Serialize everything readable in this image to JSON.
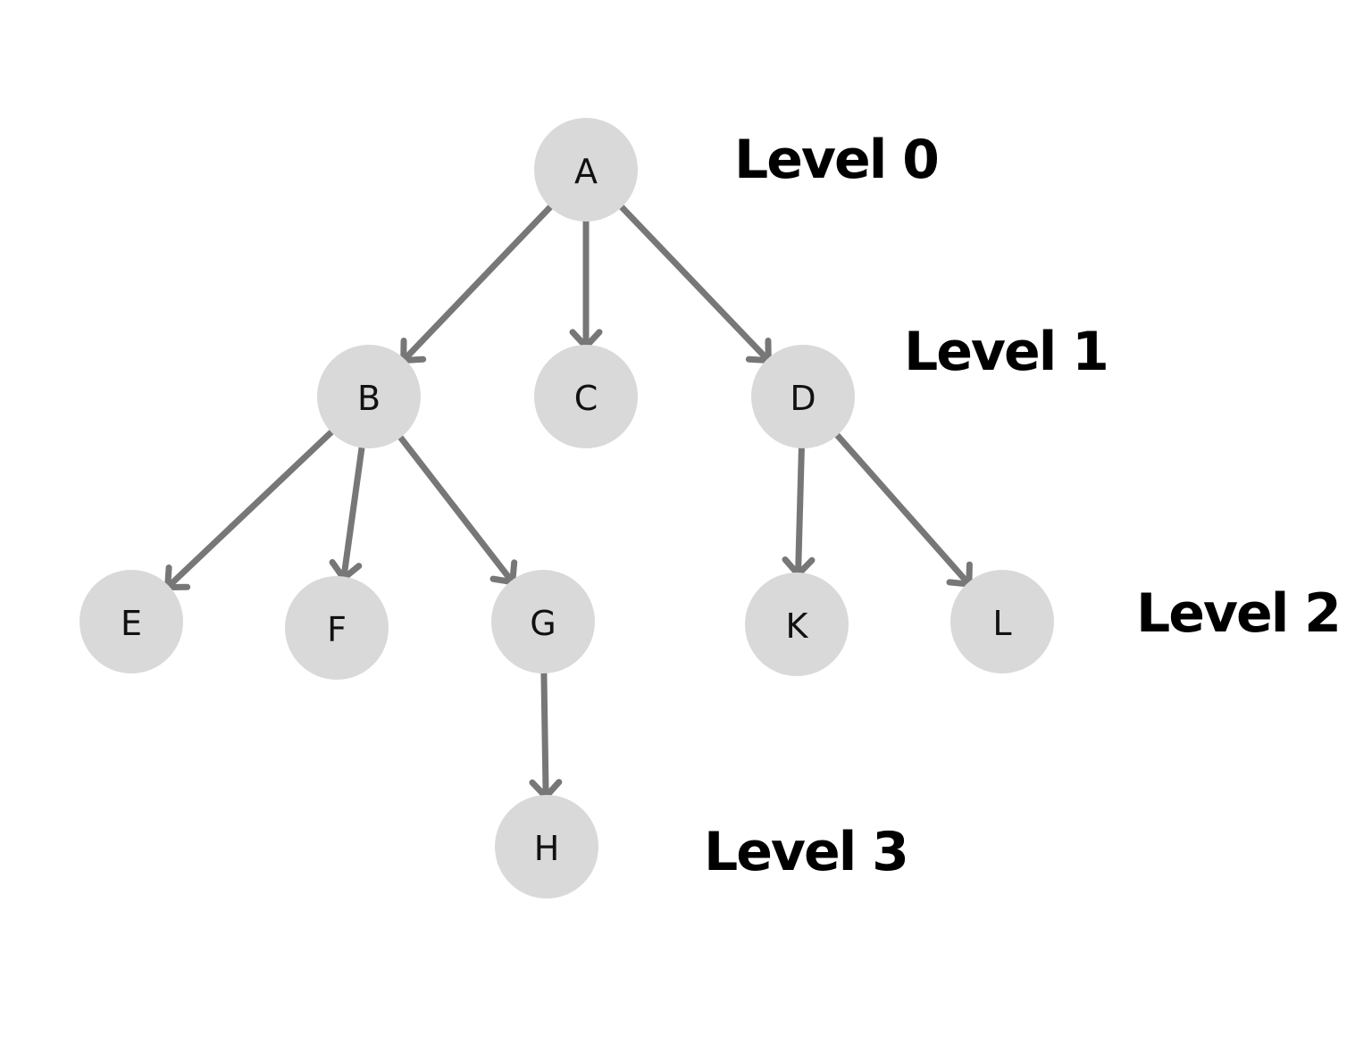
{
  "colors": {
    "node_fill": "#d9d9d9",
    "edge": "#777777",
    "text": "#000000",
    "background": "#ffffff"
  },
  "nodes": [
    {
      "id": "A",
      "label": "A",
      "level": 0
    },
    {
      "id": "B",
      "label": "B",
      "level": 1
    },
    {
      "id": "C",
      "label": "C",
      "level": 1
    },
    {
      "id": "D",
      "label": "D",
      "level": 1
    },
    {
      "id": "E",
      "label": "E",
      "level": 2
    },
    {
      "id": "F",
      "label": "F",
      "level": 2
    },
    {
      "id": "G",
      "label": "G",
      "level": 2
    },
    {
      "id": "K",
      "label": "K",
      "level": 2
    },
    {
      "id": "L",
      "label": "L",
      "level": 2
    },
    {
      "id": "H",
      "label": "H",
      "level": 3
    }
  ],
  "edges": [
    {
      "from": "A",
      "to": "B"
    },
    {
      "from": "A",
      "to": "C"
    },
    {
      "from": "A",
      "to": "D"
    },
    {
      "from": "B",
      "to": "E"
    },
    {
      "from": "B",
      "to": "F"
    },
    {
      "from": "B",
      "to": "G"
    },
    {
      "from": "D",
      "to": "K"
    },
    {
      "from": "D",
      "to": "L"
    },
    {
      "from": "G",
      "to": "H"
    }
  ],
  "level_labels": [
    {
      "level": 0,
      "text": "Level 0"
    },
    {
      "level": 1,
      "text": "Level 1"
    },
    {
      "level": 2,
      "text": "Level 2"
    },
    {
      "level": 3,
      "text": "Level 3"
    }
  ]
}
